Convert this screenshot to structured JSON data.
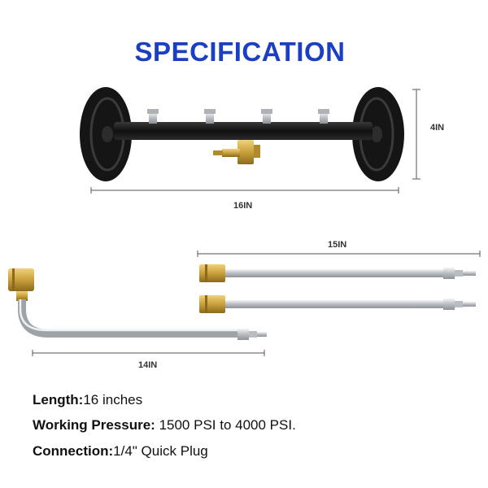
{
  "title": "SPECIFICATION",
  "colors": {
    "title": "#1a3fc4",
    "metal": "#c4c8cc",
    "brass": "#c9a03c",
    "wheel": "#151515"
  },
  "dimensions": {
    "height": "4IN",
    "width": "16IN",
    "wand_long": "15IN",
    "wand_bent": "14IN"
  },
  "specs": [
    {
      "label": "Length:",
      "value": "16 inches"
    },
    {
      "label": "Working Pressure:",
      "value": " 1500 PSI to 4000 PSI."
    },
    {
      "label": "Connection:",
      "value": "1/4\" Quick Plug"
    }
  ]
}
